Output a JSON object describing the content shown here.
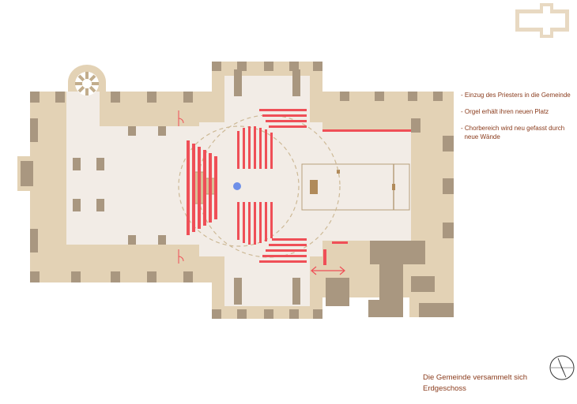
{
  "legend": [
    "- Einzug des Priesters in die Gemeinde",
    "- Orgel erhält ihren neuen Platz",
    "- Chorbereich wird neu gefasst durch\n  neue Wände"
  ],
  "caption": {
    "line1": "Die Gemeinde versammelt sich",
    "line2": "Erdgeschoss"
  },
  "colors": {
    "wall_light": "#e3d2b5",
    "wall_dark": "#a99780",
    "floor": "#f2ece6",
    "seating": "#ef4f57",
    "accent": "#8a3b1c",
    "circle": "#cdb996",
    "marker": "#6e8fe8"
  },
  "icons": [
    "compass-icon",
    "key-plan-icon",
    "organ-icon",
    "altar-icon",
    "priest-marker-icon",
    "double-arrow-icon"
  ]
}
